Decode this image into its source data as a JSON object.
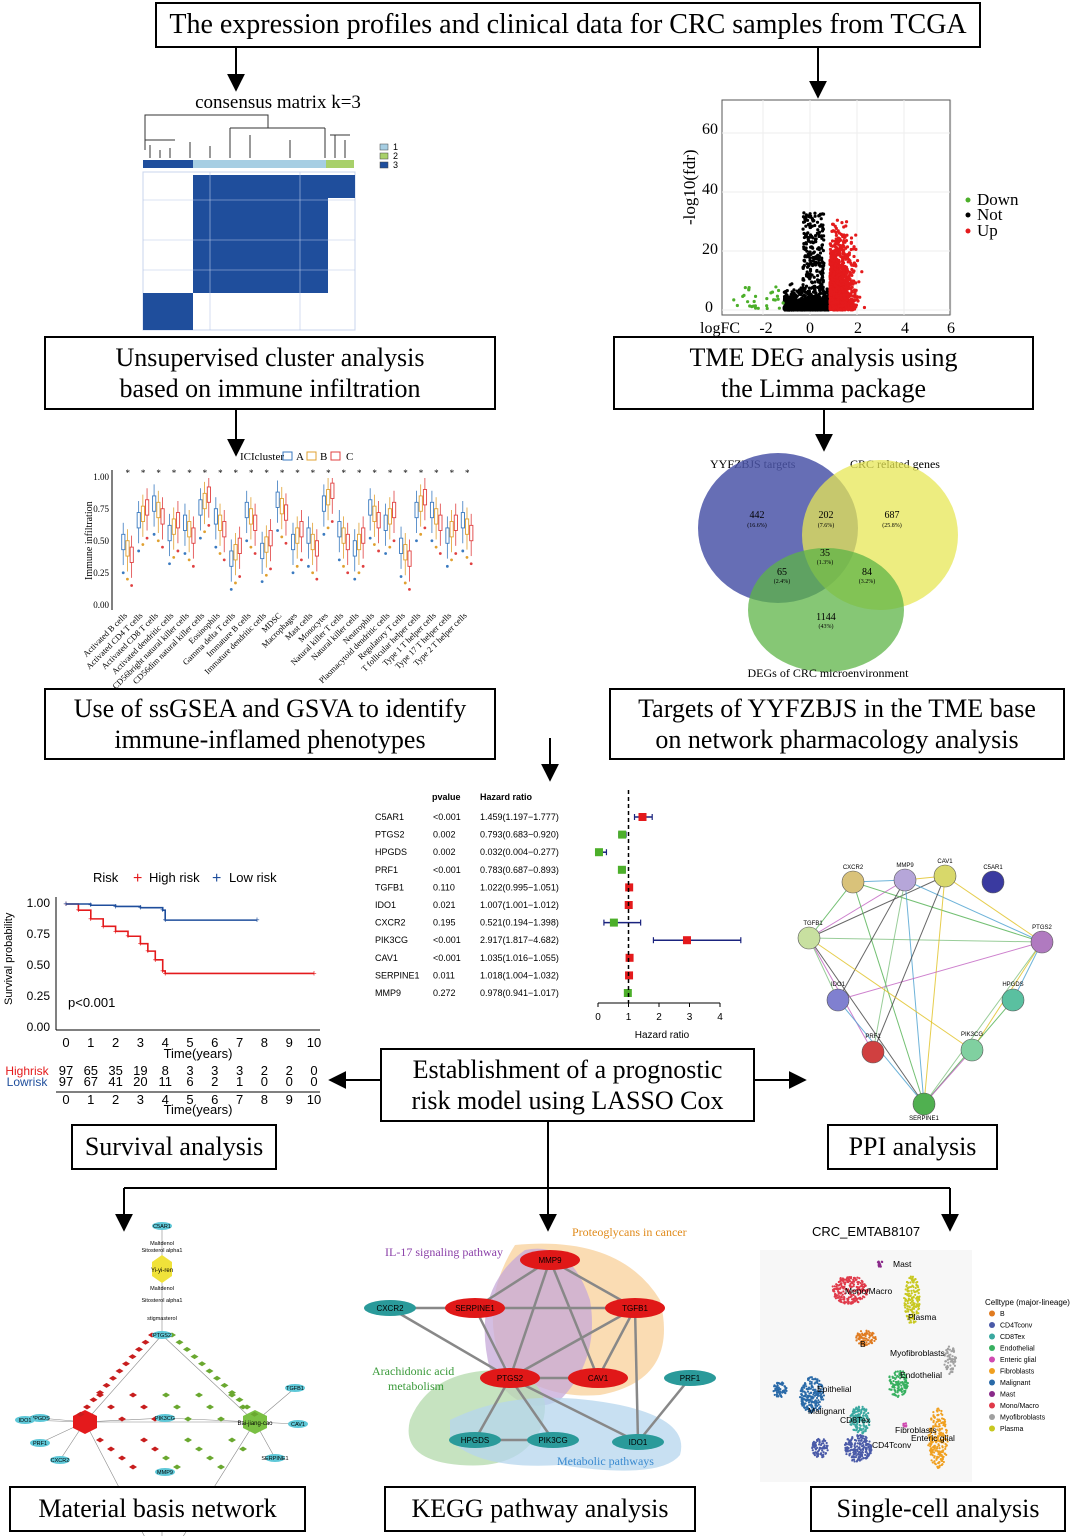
{
  "boxes": {
    "top": "The expression profiles and clinical data for CRC samples from TCGA",
    "unsupervised": [
      "Unsupervised cluster analysis",
      "based on immune infiltration"
    ],
    "tme_deg": [
      "TME DEG analysis using",
      "the Limma package"
    ],
    "ssgsea": [
      "Use of ssGSEA and GSVA to identify",
      "immune-inflamed phenotypes"
    ],
    "targets": [
      "Targets of YYFZBJS in the TME base",
      "on network pharmacology analysis"
    ],
    "lasso": [
      "Establishment of a prognostic",
      "risk model using LASSO Cox"
    ],
    "survival": "Survival analysis",
    "ppi": "PPI analysis",
    "material": "Material basis network",
    "kegg": "KEGG pathway analysis",
    "singlecell": "Single-cell analysis"
  },
  "consensus": {
    "title": "consensus matrix k=3",
    "legend": [
      "1",
      "2",
      "3"
    ]
  },
  "volcano": {
    "ylabel": "-log10(fdr)",
    "xlabel": "logFC",
    "yticks": [
      "0",
      "20",
      "40",
      "60"
    ],
    "xticks": [
      "-2",
      "0",
      "2",
      "4",
      "6"
    ],
    "legend": [
      {
        "label": "Down",
        "color": "#4caf2a"
      },
      {
        "label": "Not",
        "color": "#000000"
      },
      {
        "label": "Up",
        "color": "#e41a1c"
      }
    ]
  },
  "boxplot": {
    "legend_title": "ICIcluster",
    "legend": [
      "A",
      "B",
      "C"
    ],
    "ylabel": "Immune infiltration",
    "yticks": [
      "0.00",
      "0.25",
      "0.50",
      "0.75",
      "1.00"
    ],
    "categories": [
      "Activated B cells",
      "Activated CD4 T cells",
      "Activated CD8 T cells",
      "Activated dendritic cells",
      "CD56bright natural killer cells",
      "CD56dim natural killer cells",
      "Eosinophils",
      "Gamma delta T cells",
      "Immature B cells",
      "Immature dendritic cells",
      "MDSC",
      "Macrophages",
      "Mast cells",
      "Monocytes",
      "Natural killer T cells",
      "Natural killer cells",
      "Neutrophils",
      "Plasmacytoid dendritic cells",
      "Regulatory T cells",
      "T follicular helper cells",
      "Type 1 T helper cells",
      "Type 17 T helper cells",
      "Type 2 T helper cells"
    ]
  },
  "venn": {
    "sets": [
      "YYFZBJS targets",
      "CRC related genes",
      "DEGs of CRC microenvironment"
    ],
    "regions": [
      {
        "n": "442",
        "p": "(16.6%)"
      },
      {
        "n": "202",
        "p": "(7.6%)"
      },
      {
        "n": "687",
        "p": "(25.8%)"
      },
      {
        "n": "35",
        "p": "(1.3%)"
      },
      {
        "n": "65",
        "p": "(2.4%)"
      },
      {
        "n": "84",
        "p": "(3.2%)"
      },
      {
        "n": "1144",
        "p": "(43%)"
      }
    ]
  },
  "forest": {
    "col_pvalue": "pvalue",
    "col_hr": "Hazard ratio",
    "xlabel": "Hazard ratio",
    "xticks": [
      "0",
      "1",
      "2",
      "3",
      "4"
    ],
    "rows": [
      {
        "gene": "C5AR1",
        "p": "<0.001",
        "hr_text": "1.459(1.197−1.777)",
        "hr": 1.459,
        "lo": 1.197,
        "hi": 1.777,
        "color": "#e41a1c"
      },
      {
        "gene": "PTGS2",
        "p": "0.002",
        "hr_text": "0.793(0.683−0.920)",
        "hr": 0.793,
        "lo": 0.683,
        "hi": 0.92,
        "color": "#4caf2a"
      },
      {
        "gene": "HPGDS",
        "p": "0.002",
        "hr_text": "0.032(0.004−0.277)",
        "hr": 0.032,
        "lo": 0.004,
        "hi": 0.277,
        "color": "#4caf2a"
      },
      {
        "gene": "PRF1",
        "p": "<0.001",
        "hr_text": "0.783(0.687−0.893)",
        "hr": 0.783,
        "lo": 0.687,
        "hi": 0.893,
        "color": "#4caf2a"
      },
      {
        "gene": "TGFB1",
        "p": "0.110",
        "hr_text": "1.022(0.995−1.051)",
        "hr": 1.022,
        "lo": 0.995,
        "hi": 1.051,
        "color": "#e41a1c"
      },
      {
        "gene": "IDO1",
        "p": "0.021",
        "hr_text": "1.007(1.001−1.012)",
        "hr": 1.007,
        "lo": 1.001,
        "hi": 1.012,
        "color": "#e41a1c"
      },
      {
        "gene": "CXCR2",
        "p": "0.195",
        "hr_text": "0.521(0.194−1.398)",
        "hr": 0.521,
        "lo": 0.194,
        "hi": 1.398,
        "color": "#4caf2a"
      },
      {
        "gene": "PIK3CG",
        "p": "<0.001",
        "hr_text": "2.917(1.817−4.682)",
        "hr": 2.917,
        "lo": 1.817,
        "hi": 4.682,
        "color": "#e41a1c"
      },
      {
        "gene": "CAV1",
        "p": "<0.001",
        "hr_text": "1.035(1.016−1.055)",
        "hr": 1.035,
        "lo": 1.016,
        "hi": 1.055,
        "color": "#e41a1c"
      },
      {
        "gene": "SERPINE1",
        "p": "0.011",
        "hr_text": "1.018(1.004−1.032)",
        "hr": 1.018,
        "lo": 1.004,
        "hi": 1.032,
        "color": "#e41a1c"
      },
      {
        "gene": "MMP9",
        "p": "0.272",
        "hr_text": "0.978(0.941−1.017)",
        "hr": 0.978,
        "lo": 0.941,
        "hi": 1.017,
        "color": "#4caf2a"
      }
    ]
  },
  "km": {
    "legend_title": "Risk",
    "legend": [
      {
        "label": "High risk",
        "color": "#e41a1c"
      },
      {
        "label": "Low risk",
        "color": "#1f4e9c"
      }
    ],
    "ylabel": "Survival probability",
    "yticks": [
      "0.00",
      "0.25",
      "0.50",
      "0.75",
      "1.00"
    ],
    "xticks": [
      "0",
      "1",
      "2",
      "3",
      "4",
      "5",
      "6",
      "7",
      "8",
      "9",
      "10"
    ],
    "xlabel": "Time(years)",
    "pvalue": "p<0.001",
    "risk_table": [
      {
        "label": "Highrisk",
        "color": "#e41a1c",
        "counts": [
          "97",
          "65",
          "35",
          "19",
          "8",
          "3",
          "3",
          "3",
          "2",
          "2",
          "0"
        ]
      },
      {
        "label": "Lowrisk",
        "color": "#1f4e9c",
        "counts": [
          "97",
          "67",
          "41",
          "20",
          "11",
          "6",
          "2",
          "1",
          "0",
          "0",
          "0"
        ]
      }
    ],
    "high_curve": [
      [
        0,
        1.0
      ],
      [
        0.5,
        0.95
      ],
      [
        1,
        0.88
      ],
      [
        1.5,
        0.82
      ],
      [
        2,
        0.78
      ],
      [
        2.5,
        0.74
      ],
      [
        3,
        0.68
      ],
      [
        3.3,
        0.62
      ],
      [
        3.6,
        0.55
      ],
      [
        3.9,
        0.46
      ],
      [
        4,
        0.44
      ],
      [
        10,
        0.44
      ]
    ],
    "low_curve": [
      [
        0,
        1.0
      ],
      [
        1,
        0.99
      ],
      [
        2,
        0.98
      ],
      [
        3,
        0.97
      ],
      [
        3.9,
        0.95
      ],
      [
        4,
        0.87
      ],
      [
        7.7,
        0.87
      ]
    ]
  },
  "ppi": {
    "nodes": [
      {
        "name": "CXCR2",
        "color": "#d9c27a"
      },
      {
        "name": "MMP9",
        "color": "#b6a6d9"
      },
      {
        "name": "CAV1",
        "color": "#d8d86a"
      },
      {
        "name": "C5AR1",
        "color": "#3a3aa0"
      },
      {
        "name": "TGFB1",
        "color": "#c8e0a0"
      },
      {
        "name": "PTGS2",
        "color": "#b07ac0"
      },
      {
        "name": "IDO1",
        "color": "#8080d0"
      },
      {
        "name": "HPGDS",
        "color": "#5ac0a0"
      },
      {
        "name": "PIK3CG",
        "color": "#80d0a0"
      },
      {
        "name": "PRF1",
        "color": "#d04040"
      },
      {
        "name": "SERPINE1",
        "color": "#50b050"
      }
    ]
  },
  "material": {
    "herbs": [
      "Yi-yi-ren",
      "Bai-jiang-cao"
    ],
    "compounds": [
      "Maltdenol",
      "Sitosterol alpha1",
      "Maltdenol",
      "Sitosterol alpha1",
      "stigmasterol"
    ],
    "targets": [
      "C5AR1",
      "PTGS2",
      "HPGDS",
      "IDO1",
      "PRF1",
      "CXCR2",
      "PIK3CG",
      "MMP9",
      "TGFB1",
      "CAV1",
      "SERPINE1"
    ]
  },
  "kegg": {
    "pathways": [
      {
        "label": "IL-17 signaling pathway",
        "color": "#8a3fa8"
      },
      {
        "label": "Proteoglycans in cancer",
        "color": "#e08a1a"
      },
      {
        "label": "Arachidonic acid",
        "color": "#3a9a3a"
      },
      {
        "label": "metabolism",
        "color": "#3a9a3a"
      },
      {
        "label": "Metabolic pathways",
        "color": "#3a8ad0"
      }
    ],
    "red_nodes": [
      "MMP9",
      "SERPINE1",
      "TGFB1",
      "PTGS2",
      "CAV1"
    ],
    "teal_nodes": [
      "CXCR2",
      "PRF1",
      "HPGDS",
      "PIK3CG",
      "IDO1"
    ]
  },
  "singlecell": {
    "title": "CRC_EMTAB8107",
    "legend_title": "Celltype (major-lineage)",
    "celltypes": [
      {
        "label": "B",
        "color": "#e07b20"
      },
      {
        "label": "CD4Tconv",
        "color": "#4a5aa8"
      },
      {
        "label": "CD8Tex",
        "color": "#3aa8a0"
      },
      {
        "label": "Endothelial",
        "color": "#38b060"
      },
      {
        "label": "Enteric glial",
        "color": "#d04ab0"
      },
      {
        "label": "Fibroblasts",
        "color": "#f0a020"
      },
      {
        "label": "Malignant",
        "color": "#2a6aa8"
      },
      {
        "label": "Mast",
        "color": "#8a2a8a"
      },
      {
        "label": "Mono/Macro",
        "color": "#e03a4a"
      },
      {
        "label": "Myofibroblasts",
        "color": "#a0a0a0"
      },
      {
        "label": "Plasma",
        "color": "#c8c820"
      }
    ],
    "cluster_labels": [
      "Mast",
      "Mono/Macro",
      "Plasma",
      "B",
      "Myofibroblasts",
      "Endothelial",
      "Epithelial",
      "Malignant",
      "CD8Tex",
      "Enteric glial",
      "Fibroblasts",
      "CD4Tconv"
    ]
  }
}
